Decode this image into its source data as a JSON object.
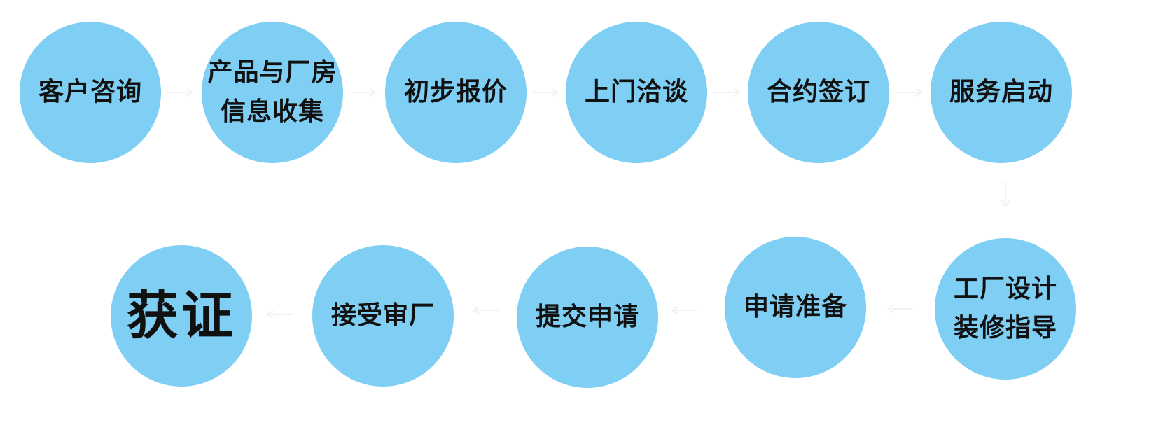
{
  "colors": {
    "node_fill": "#7fcef4",
    "text": "#111111",
    "arrow": "#f0f0f0"
  },
  "steps": [
    {
      "lines": [
        "客户咨询"
      ]
    },
    {
      "lines": [
        "产品与厂房",
        "信息收集"
      ]
    },
    {
      "lines": [
        "初步报价"
      ]
    },
    {
      "lines": [
        "上门洽谈"
      ]
    },
    {
      "lines": [
        "合约签订"
      ]
    },
    {
      "lines": [
        "服务启动"
      ]
    },
    {
      "lines": [
        "工厂设计",
        "装修指导"
      ]
    },
    {
      "lines": [
        "申请准备"
      ]
    },
    {
      "lines": [
        "提交申请"
      ]
    },
    {
      "lines": [
        "接受审厂"
      ]
    },
    {
      "lines": [
        "获证"
      ]
    }
  ]
}
